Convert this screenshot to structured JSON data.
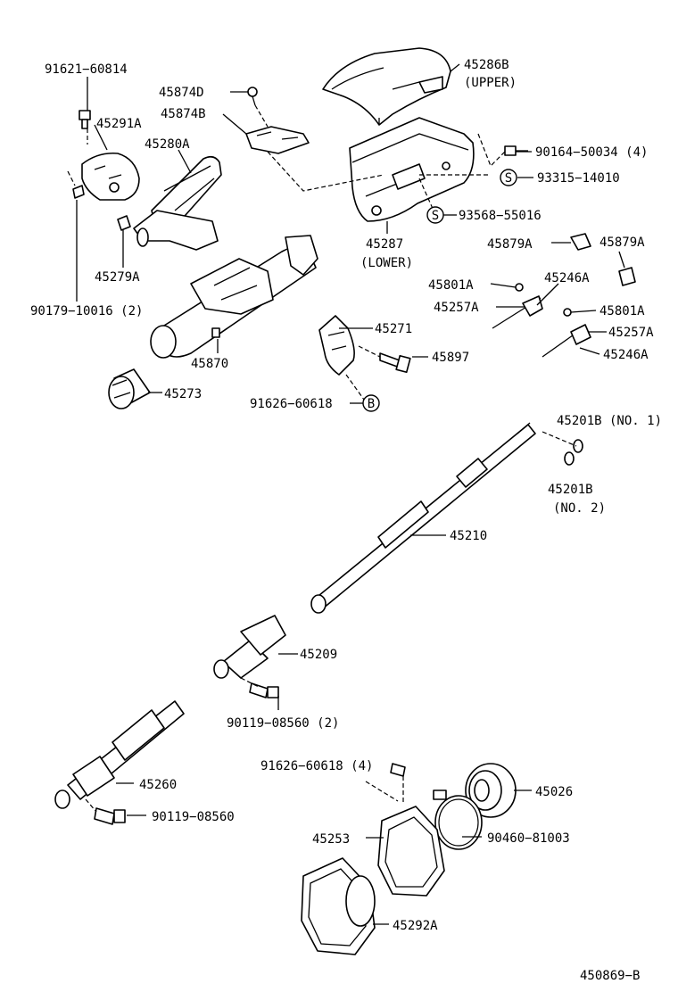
{
  "labels": {
    "p91621_60814": "91621−60814",
    "p45291A": "45291A",
    "p45280A": "45280A",
    "p45874D": "45874D",
    "p45874B": "45874B",
    "p45286B": "45286B",
    "upper": "(UPPER)",
    "p90164_50034": "90164−50034 (4)",
    "p93315_14010": "93315−14010",
    "p93568_55016": "93568−55016",
    "p45287": "45287",
    "lower": "(LOWER)",
    "p45279A": "45279A",
    "p90179_10016": "90179−10016 (2)",
    "p45879A_1": "45879A",
    "p45879A_2": "45879A",
    "p45801A_1": "45801A",
    "p45246A_1": "45246A",
    "p45257A_1": "45257A",
    "p45801A_2": "45801A",
    "p45257A_2": "45257A",
    "p45246A_2": "45246A",
    "p45271": "45271",
    "p45897": "45897",
    "p45870": "45870",
    "p45273": "45273",
    "p91626_60618": "91626−60618",
    "p45201B_1": "45201B (NO. 1)",
    "p45201B_2": "45201B",
    "no2": "(NO. 2)",
    "p45210": "45210",
    "p45209": "45209",
    "p90119_08560_2": "90119−08560 (2)",
    "p91626_60618_4": "91626−60618 (4)",
    "p45026": "45026",
    "p45260": "45260",
    "p90119_08560": "90119−08560",
    "p45253": "45253",
    "p90460_81003": "90460−81003",
    "p45292A": "45292A",
    "figure_code": "450869−B"
  },
  "circle_marks": {
    "s1": "S",
    "s2": "S",
    "b1": "B"
  }
}
